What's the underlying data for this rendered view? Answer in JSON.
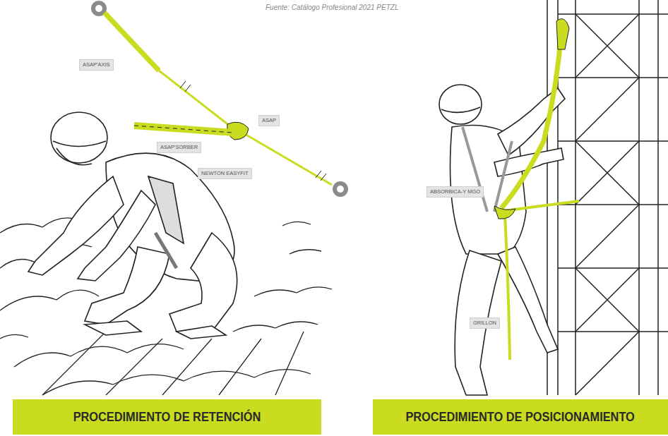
{
  "diagram": {
    "nodes": [
      {
        "text": [
          "ASAP'AXIS"
        ]
      },
      {
        "text": [
          "ASAP"
        ]
      },
      {
        "text": [
          "ASAP'SORBER"
        ]
      },
      {
        "text": [
          "NEWTON EASYFIT"
        ]
      },
      {
        "text": [
          "ABSORBICA-Y MGO"
        ]
      },
      {
        "text": [
          "GRILLON"
        ]
      },
      {
        "text": [
          "PROCEDIMIENTO DE RETENCIÓN"
        ]
      },
      {
        "text": [
          "PROCEDIMIENTO DE POSICIONAMIENTO"
        ]
      }
    ],
    "labels": [
      "Fuente: Catálogo Profesional 2021 PETZL"
    ]
  }
}
